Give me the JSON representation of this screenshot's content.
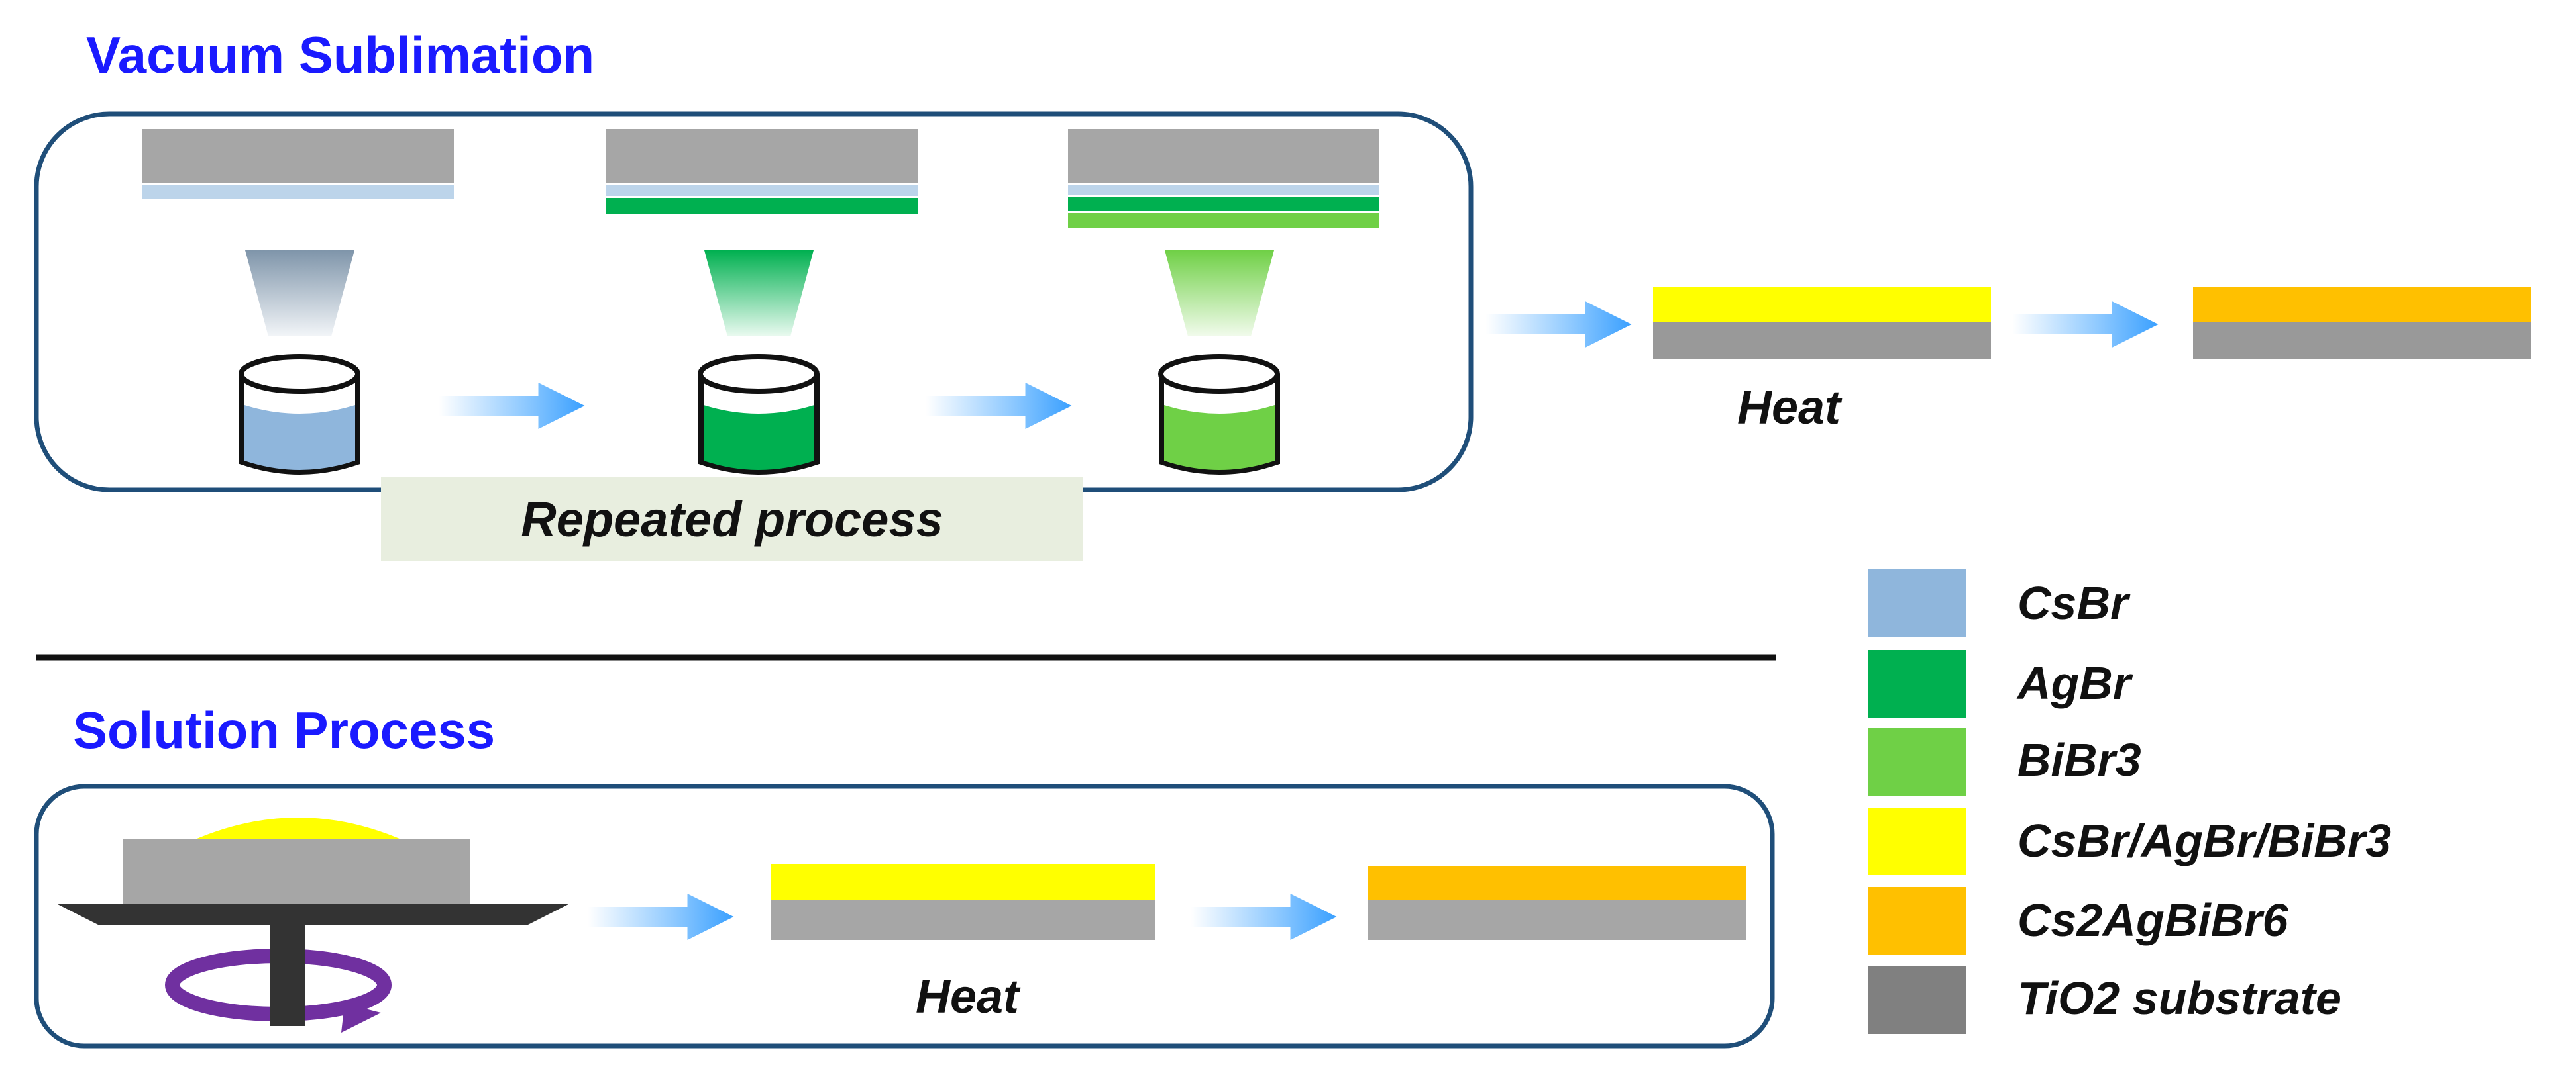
{
  "sections": {
    "vacuum_title": "Vacuum Sublimation",
    "solution_title": "Solution Process"
  },
  "labels": {
    "repeated_process": "Repeated process",
    "heat_top": "Heat",
    "heat_bottom": "Heat"
  },
  "legend": [
    {
      "name": "CsBr",
      "color": "#8fb6dc"
    },
    {
      "name": "AgBr",
      "color": "#00b050"
    },
    {
      "name": "BiBr3",
      "color": "#6fd046"
    },
    {
      "name": "CsBr/AgBr/BiBr3",
      "color": "#ffff00"
    },
    {
      "name": "Cs2AgBiBr6",
      "color": "#ffc000"
    },
    {
      "name": "TiO2 substrate",
      "color": "#808080"
    }
  ],
  "colors": {
    "title": "#1a1aff",
    "box_border": "#1f4e79",
    "substrate": "#a6a6a6",
    "arrow": "#4aa8ff",
    "spin_arrow": "#7030a0",
    "repeated_bg": "#e8eedf"
  }
}
